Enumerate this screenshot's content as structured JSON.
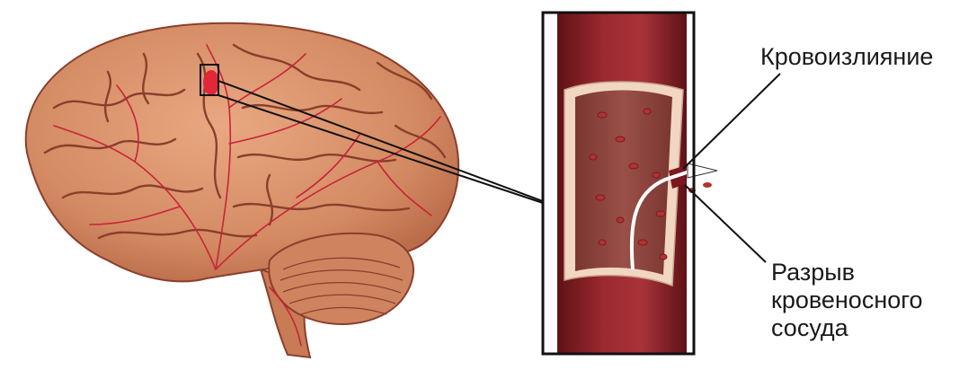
{
  "labels": {
    "hemorrhage": "Кровоизлияние",
    "rupture_lines": [
      "Разрыв",
      "кровеносного",
      "сосуда"
    ]
  },
  "colors": {
    "brain_fill": "#d9926a",
    "brain_shadow": "#b8694a",
    "sulci": "#8a3f2c",
    "arteries": "#c8243a",
    "vessel_dark": "#7a1a1f",
    "vessel_mid": "#9c2830",
    "lumen": "#8e4a43",
    "blood_cell": "#b3332f",
    "frame": "#111111",
    "text": "#1a1a1a"
  },
  "icons": [
    "brain-illustration",
    "blood-vessel-illustration",
    "flow-arrow-icon"
  ]
}
